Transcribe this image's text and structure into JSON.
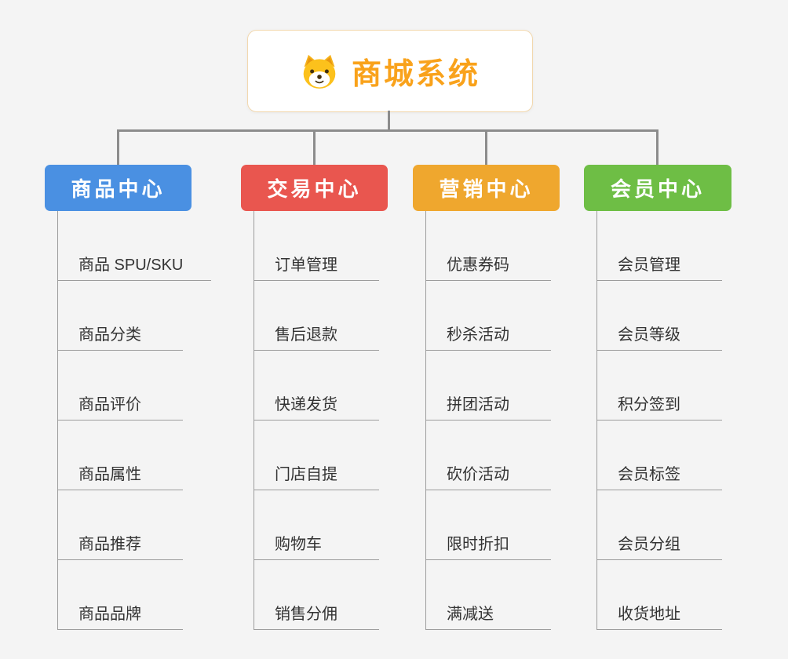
{
  "root": {
    "title": "商城系统",
    "icon": "dog-icon"
  },
  "palette": {
    "background": "#f4f4f4",
    "root_title": "#f9a21b",
    "connector": "#8c8c8c"
  },
  "branches": [
    {
      "label": "商品中心",
      "color": "#4a90e2",
      "items": [
        "商品 SPU/SKU",
        "商品分类",
        "商品评价",
        "商品属性",
        "商品推荐",
        "商品品牌"
      ]
    },
    {
      "label": "交易中心",
      "color": "#e9564f",
      "items": [
        "订单管理",
        "售后退款",
        "快递发货",
        "门店自提",
        "购物车",
        "销售分佣"
      ]
    },
    {
      "label": "营销中心",
      "color": "#efa72e",
      "items": [
        "优惠券码",
        "秒杀活动",
        "拼团活动",
        "砍价活动",
        "限时折扣",
        "满减送"
      ]
    },
    {
      "label": "会员中心",
      "color": "#6ebe45",
      "items": [
        "会员管理",
        "会员等级",
        "积分签到",
        "会员标签",
        "会员分组",
        "收货地址"
      ]
    }
  ]
}
